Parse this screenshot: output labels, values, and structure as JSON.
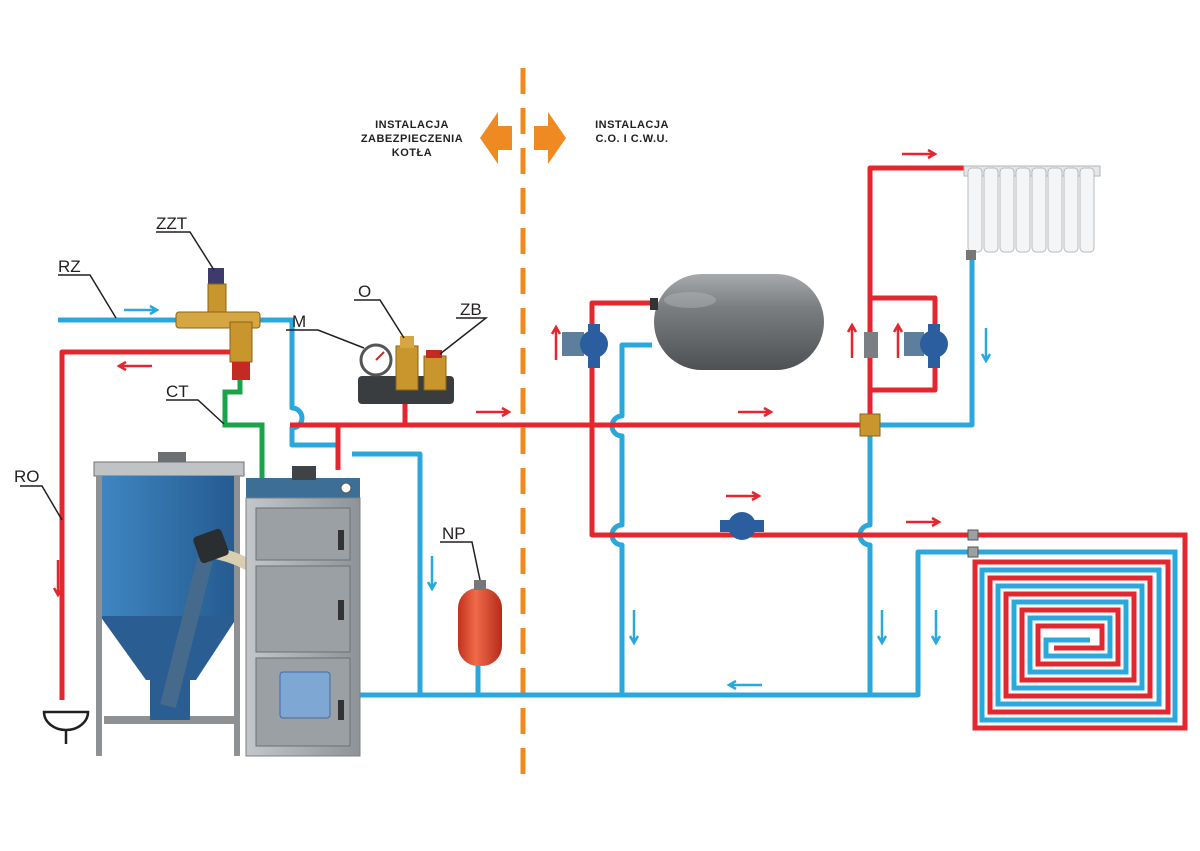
{
  "zones": {
    "left": [
      "INSTALACJA",
      "ZABEZPIECZENIA",
      "KOTŁA"
    ],
    "right": [
      "INSTALACJA",
      "C.O. I C.W.U."
    ]
  },
  "labels": {
    "rz": "RZ",
    "zzt": "ZZT",
    "o": "O",
    "zb": "ZB",
    "m": "M",
    "ct": "CT",
    "ro": "RO",
    "np": "NP"
  },
  "colors": {
    "supply": "#e4262f",
    "return": "#2aa8dc",
    "thermal": "#1aa34a",
    "divider": "#ef8a22",
    "boiler_body": "#a9aeb2",
    "hopper": "#2f6fa8",
    "tank": "#6f7275",
    "expansion_vessel": "#e2432b",
    "pump": "#2b5e9e",
    "brass": "#c9952d"
  }
}
